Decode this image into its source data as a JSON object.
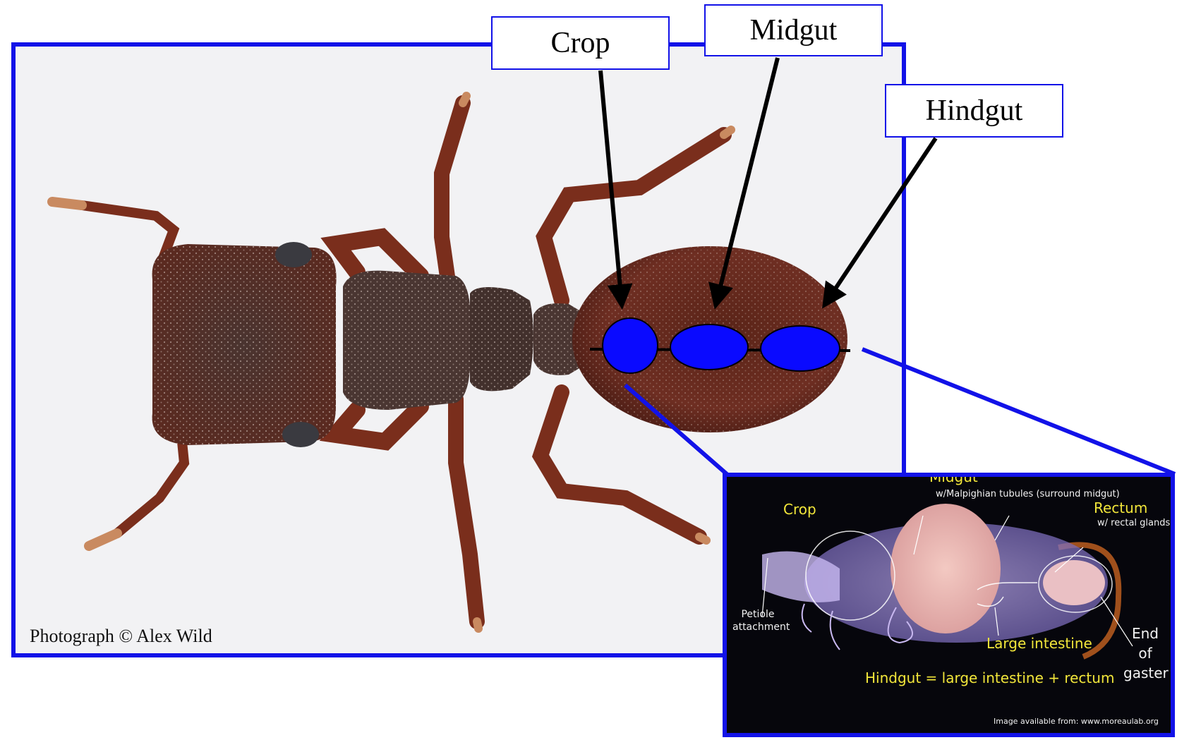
{
  "callouts": {
    "crop": "Crop",
    "midgut": "Midgut",
    "hindgut": "Hindgut"
  },
  "photo": {
    "credit": "Photograph © Alex Wild"
  },
  "inset": {
    "crop": "Crop",
    "midgut": "Midgut",
    "midgut_note": "w/Malpighian tubules (surround midgut)",
    "rectum": "Rectum",
    "rectum_note": "w/ rectal glands",
    "petiole": "Petiole attachment",
    "large_intestine": "Large intestine",
    "end_of_gaster": "End of gaster",
    "hindgut_eq": "Hindgut = large intestine + rectum",
    "source": "Image available from: www.moreaulab.org"
  },
  "colors": {
    "frame_blue": "#1212e8",
    "marker_blue": "#0a0aff",
    "label_yellow": "#f2e63a"
  }
}
